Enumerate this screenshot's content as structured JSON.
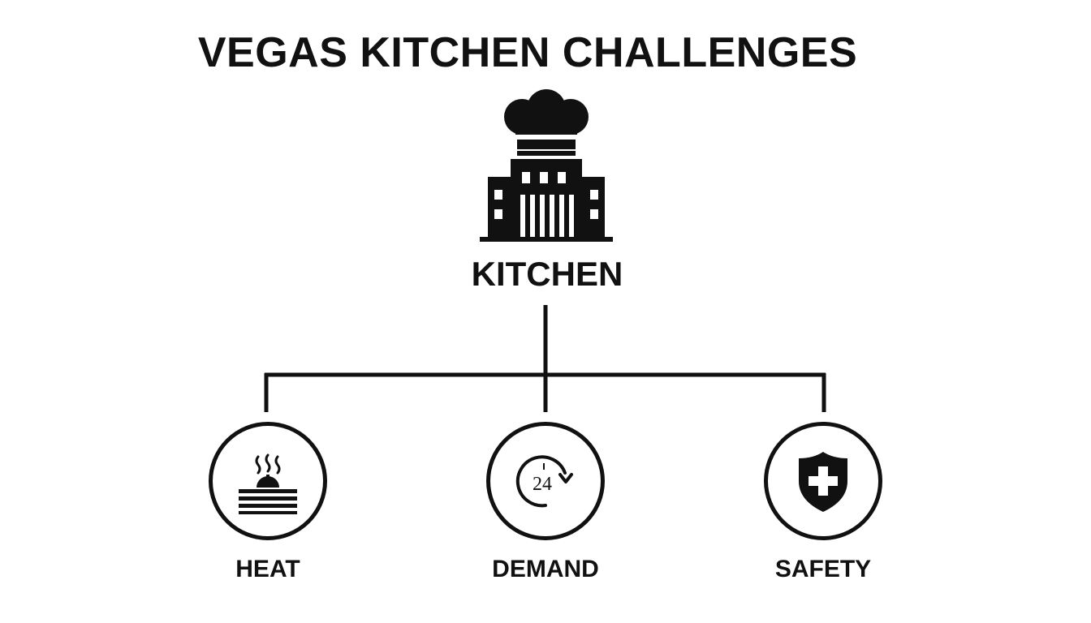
{
  "title": "VEGAS KITCHEN CHALLENGES",
  "root": {
    "label": "KITCHEN",
    "icon": "chef-hat-building-icon"
  },
  "children": [
    {
      "label": "HEAT",
      "icon": "steaming-dish-icon"
    },
    {
      "label": "DEMAND",
      "icon": "clock-24-icon",
      "icon_text": "24"
    },
    {
      "label": "SAFETY",
      "icon": "shield-cross-icon"
    }
  ],
  "colors": {
    "ink": "#111111",
    "background": "#ffffff"
  }
}
